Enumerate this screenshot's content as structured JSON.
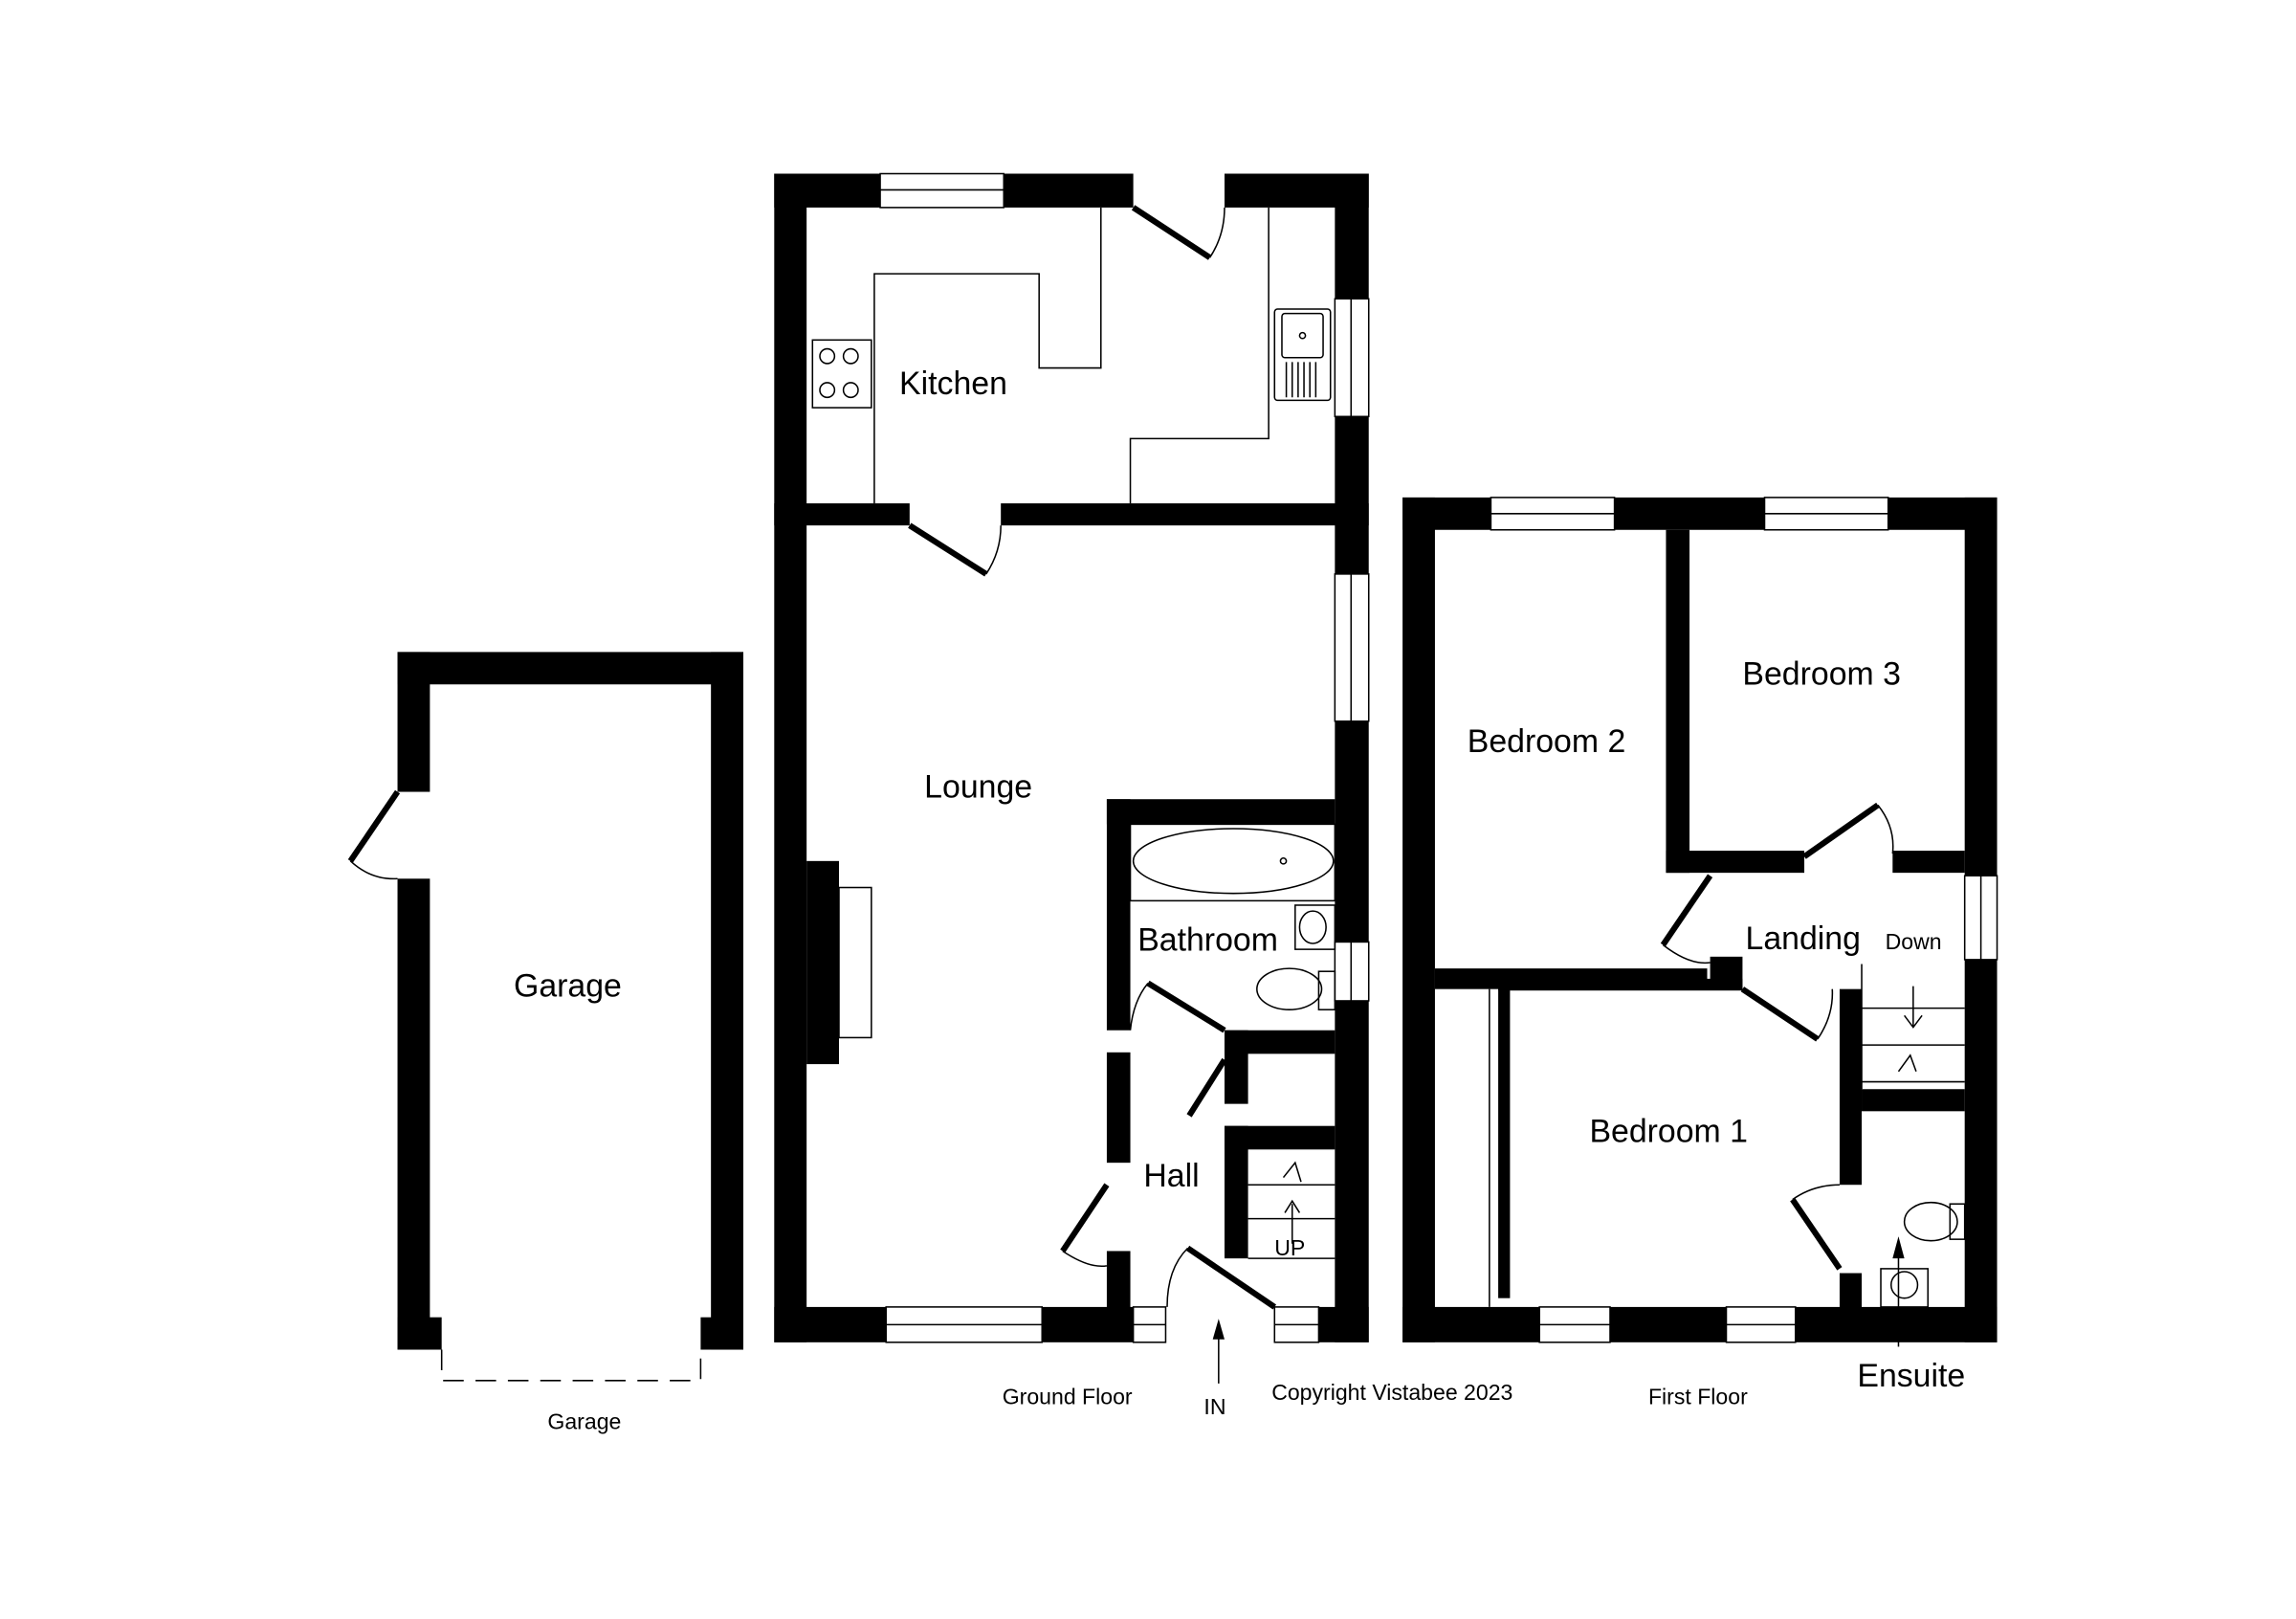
{
  "rooms": {
    "kitchen": "Kitchen",
    "lounge": "Lounge",
    "bathroom": "Bathroom",
    "hall": "Hall",
    "garage": "Garage",
    "bedroom1": "Bedroom 1",
    "bedroom2": "Bedroom 2",
    "bedroom3": "Bedroom 3",
    "landing": "Landing",
    "ensuite": "Ensuite"
  },
  "labels": {
    "stairs_up": "UP",
    "stairs_down": "Down",
    "entrance": "IN",
    "ground_floor": "Ground Floor",
    "first_floor": "First Floor",
    "garage_caption": "Garage",
    "copyright": "Copyright Vistabee 2023"
  },
  "colors": {
    "walls": "#000000",
    "background": "#ffffff"
  }
}
